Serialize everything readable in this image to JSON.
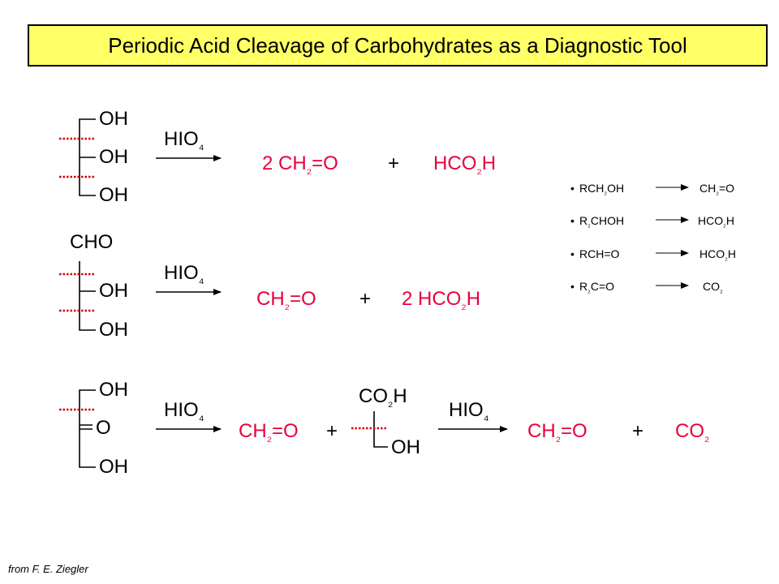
{
  "title": "Periodic Acid Cleavage of Carbohydrates as a Diagnostic Tool",
  "credit": "from F. E. Ziegler",
  "reagent": "HIO₄",
  "colors": {
    "product": "#e8003d",
    "cleavage": "#cc0000",
    "title_bg": "#ffff66"
  },
  "reactions": [
    {
      "substrate": [
        "OH",
        "OH",
        "OH"
      ],
      "reagent": "HIO₄",
      "products": [
        "2 CH₂=O",
        "+",
        "HCO₂H"
      ]
    },
    {
      "substrate": [
        "CHO",
        "OH",
        "OH"
      ],
      "reagent": "HIO₄",
      "products": [
        "CH₂=O",
        "+",
        "2 HCO₂H"
      ]
    },
    {
      "substrate": [
        "OH",
        "O",
        "OH"
      ],
      "reagent": "HIO₄",
      "intermediate": {
        "products": [
          "CH₂=O",
          "+"
        ],
        "substrate": [
          "CO₂H",
          "OH"
        ]
      },
      "reagent2": "HIO₄",
      "products": [
        "CH₂=O",
        "+",
        "CO₂"
      ]
    }
  ],
  "legend": [
    {
      "from": "RCH₂OH",
      "to": "CH₂=O"
    },
    {
      "from": "R₂CHOH",
      "to": "HCO₂H"
    },
    {
      "from": "RCH=O",
      "to": "HCO₂H"
    },
    {
      "from": "R₂C=O",
      "to": "CO₂"
    }
  ]
}
